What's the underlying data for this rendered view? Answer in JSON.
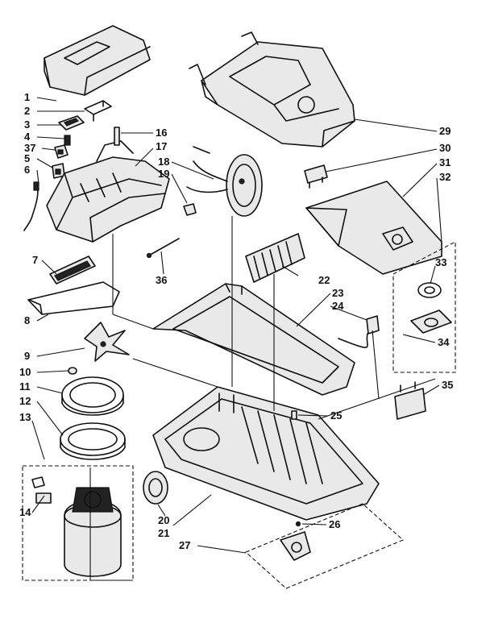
{
  "callouts": [
    {
      "id": "1",
      "text": "1"
    },
    {
      "id": "2",
      "text": "2"
    },
    {
      "id": "3",
      "text": "3"
    },
    {
      "id": "4",
      "text": "4"
    },
    {
      "id": "37",
      "text": "37"
    },
    {
      "id": "5",
      "text": "5"
    },
    {
      "id": "6",
      "text": "6"
    },
    {
      "id": "7",
      "text": "7"
    },
    {
      "id": "8",
      "text": "8"
    },
    {
      "id": "9",
      "text": "9"
    },
    {
      "id": "10",
      "text": "10"
    },
    {
      "id": "11",
      "text": "11"
    },
    {
      "id": "12",
      "text": "12"
    },
    {
      "id": "13",
      "text": "13"
    },
    {
      "id": "14",
      "text": "14"
    },
    {
      "id": "16",
      "text": "16"
    },
    {
      "id": "17",
      "text": "17"
    },
    {
      "id": "18",
      "text": "18"
    },
    {
      "id": "19",
      "text": "19"
    },
    {
      "id": "36",
      "text": "36"
    },
    {
      "id": "20",
      "text": "20"
    },
    {
      "id": "21",
      "text": "21"
    },
    {
      "id": "22",
      "text": "22"
    },
    {
      "id": "23",
      "text": "23"
    },
    {
      "id": "24",
      "text": "24"
    },
    {
      "id": "25",
      "text": "25"
    },
    {
      "id": "26",
      "text": "26"
    },
    {
      "id": "27",
      "text": "27"
    },
    {
      "id": "29",
      "text": "29"
    },
    {
      "id": "30",
      "text": "30"
    },
    {
      "id": "31",
      "text": "31"
    },
    {
      "id": "32",
      "text": "32"
    },
    {
      "id": "33",
      "text": "33"
    },
    {
      "id": "34",
      "text": "34"
    },
    {
      "id": "35",
      "text": "35"
    }
  ]
}
